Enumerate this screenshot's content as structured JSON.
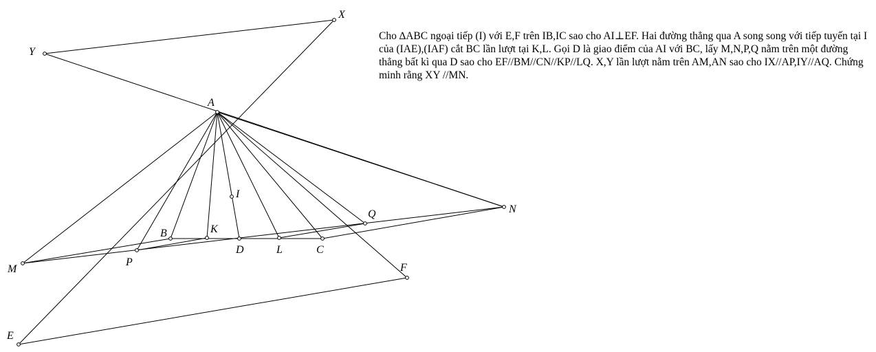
{
  "problem_text": "Cho ∆ABC ngoại tiếp (I) với E,F trên IB,IC sao cho AI⊥EF. Hai đường thẳng qua A song song với tiếp tuyến tại I của (IAE),(IAF) cắt BC lần lượt tại K,L. Gọi D là giao điểm của AI với BC, lấy M,N,P,Q nằm trên một đường thẳng bất kì qua D sao cho EF//BM//CN//KP//LQ. X,Y lần lượt nằm trên AM,AN sao cho IX//AP,IY//AQ. Chứng minh rằng XY //MN.",
  "points": [
    {
      "name": "A",
      "label": "A"
    },
    {
      "name": "X",
      "label": "X"
    },
    {
      "name": "Y",
      "label": "Y"
    },
    {
      "name": "I",
      "label": "I"
    },
    {
      "name": "B",
      "label": "B"
    },
    {
      "name": "K",
      "label": "K"
    },
    {
      "name": "D",
      "label": "D"
    },
    {
      "name": "L",
      "label": "L"
    },
    {
      "name": "C",
      "label": "C"
    },
    {
      "name": "P",
      "label": "P"
    },
    {
      "name": "Q",
      "label": "Q"
    },
    {
      "name": "M",
      "label": "M"
    },
    {
      "name": "N",
      "label": "N"
    },
    {
      "name": "E",
      "label": "E"
    },
    {
      "name": "F",
      "label": "F"
    }
  ]
}
